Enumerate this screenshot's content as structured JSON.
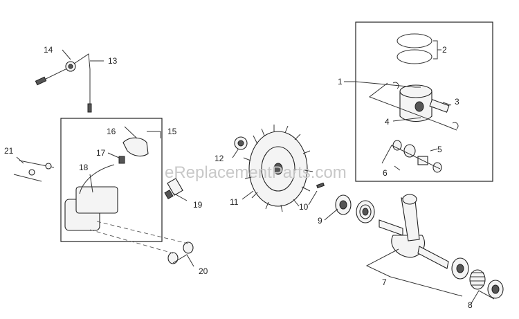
{
  "watermark": "eReplacementParts.com",
  "callouts": [
    "1",
    "2",
    "3",
    "4",
    "5",
    "6",
    "7",
    "8",
    "9",
    "10",
    "11",
    "12",
    "13",
    "14",
    "15",
    "16",
    "17",
    "18",
    "19",
    "20",
    "21"
  ]
}
